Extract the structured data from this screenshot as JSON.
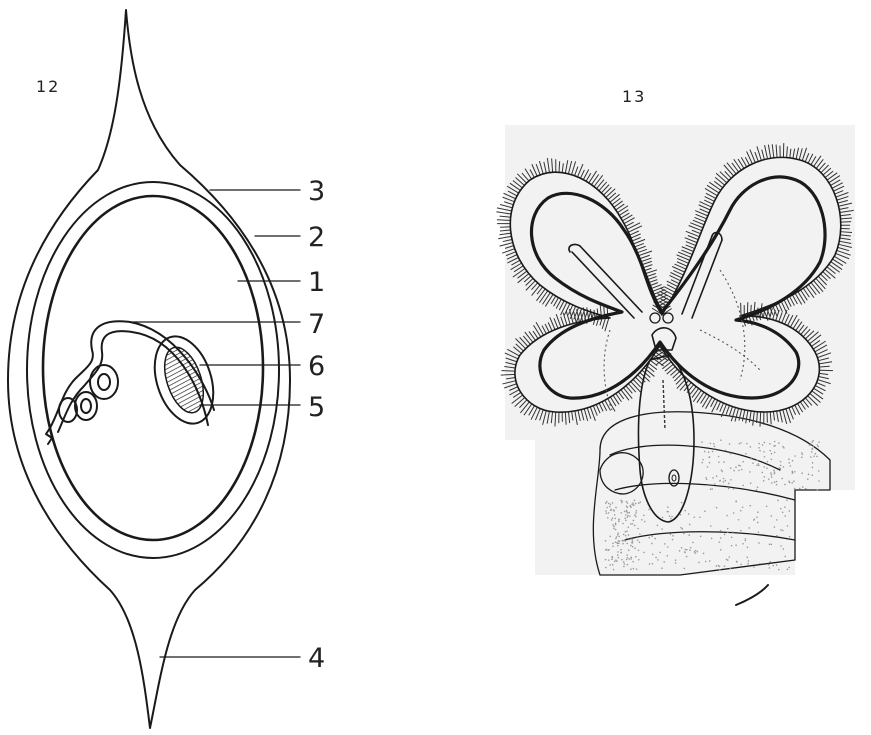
{
  "figures": [
    {
      "number": "12",
      "callouts": [
        "3",
        "2",
        "1",
        "7",
        "6",
        "5",
        "4"
      ]
    },
    {
      "number": "13"
    }
  ],
  "colors": {
    "ink": "#1a1a1a",
    "paper": "#ffffff",
    "stipple": "#9a9a9a",
    "photo_background": "#f2f2f2"
  }
}
